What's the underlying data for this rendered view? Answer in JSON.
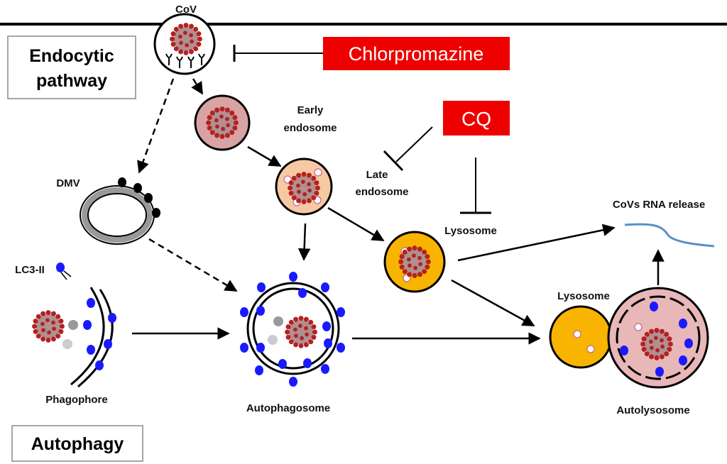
{
  "labels": {
    "cov": "CoV",
    "endocytic_pathway_line1": "Endocytic",
    "endocytic_pathway_line2": "pathway",
    "early_endosome_line1": "Early",
    "early_endosome_line2": "endosome",
    "late_endosome_line1": "Late",
    "late_endosome_line2": "endosome",
    "dmv": "DMV",
    "lc3": "LC3-II",
    "lysosome_upper": "Lysosome",
    "lysosome_lower": "Lysosome",
    "rna_release": "CoVs RNA release",
    "phagophore": "Phagophore",
    "autophagosome": "Autophagosome",
    "autolysosome": "Autolysosome",
    "autophagy": "Autophagy"
  },
  "drugs": {
    "chlorpromazine": "Chlorpromazine",
    "cq": "CQ"
  },
  "colors": {
    "drug_box": "#ee0000",
    "early_endosome": "#d9a3a4",
    "late_endosome": "#f7c9a2",
    "lysosome": "#f8b400",
    "autolysosome": "#e8b7b7",
    "lc3_dot": "#1a1aff",
    "rna_strand": "#5b8fc6",
    "virus_body": "#b09090",
    "virus_spike": "#b22222"
  }
}
